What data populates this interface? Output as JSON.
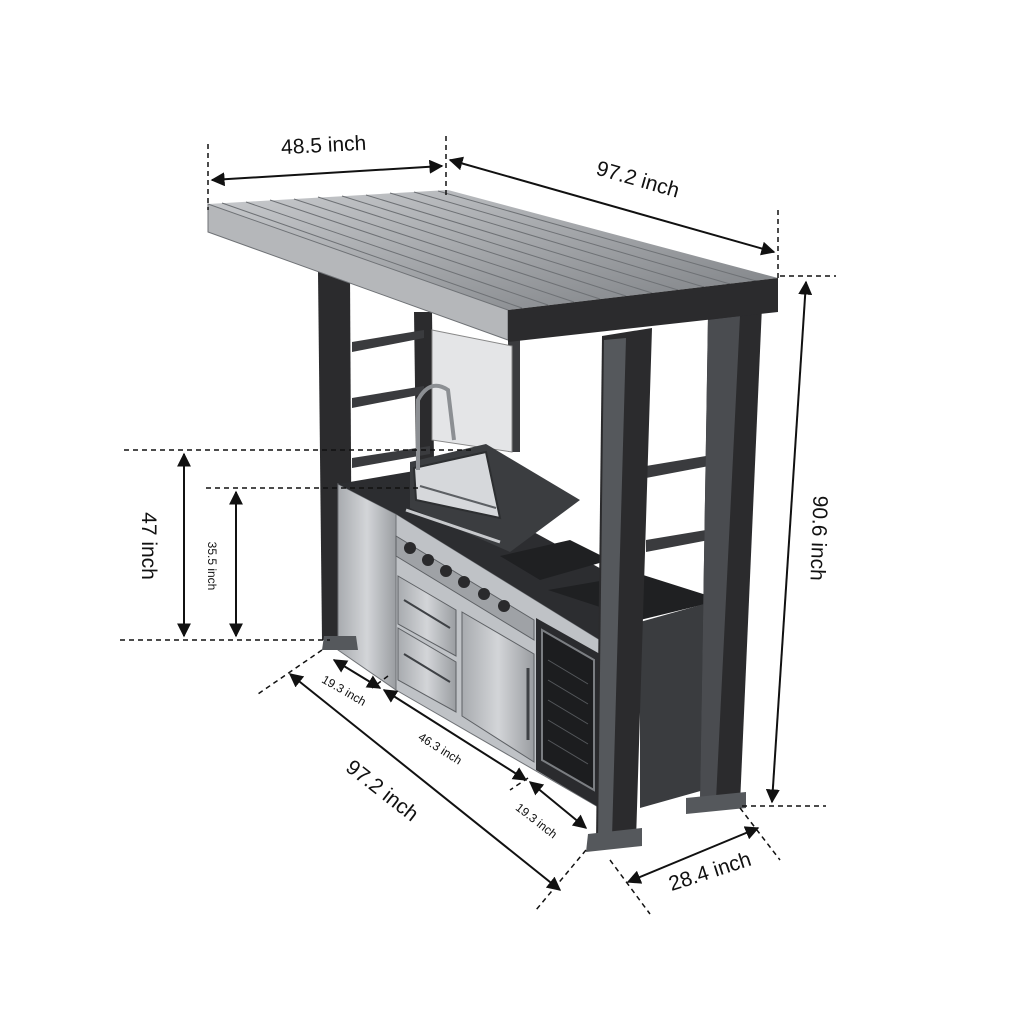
{
  "dimensions": {
    "roof_depth": "48.5 inch",
    "roof_length": "97.2 inch",
    "total_height": "90.6 inch",
    "counter_height_upper": "47 inch",
    "counter_height_lower": "35.5 inch",
    "base_length": "97.2   inch",
    "left_cabinet_width": "19.3 inch",
    "grill_section_width": "46.3 inch",
    "right_cabinet_width": "19.3 inch",
    "base_depth": "28.4 inch"
  },
  "colors": {
    "frame": "#2b2b2d",
    "roof": "#9a9ca0",
    "steel": "#b8bbbf",
    "dimension_line": "#111111"
  }
}
